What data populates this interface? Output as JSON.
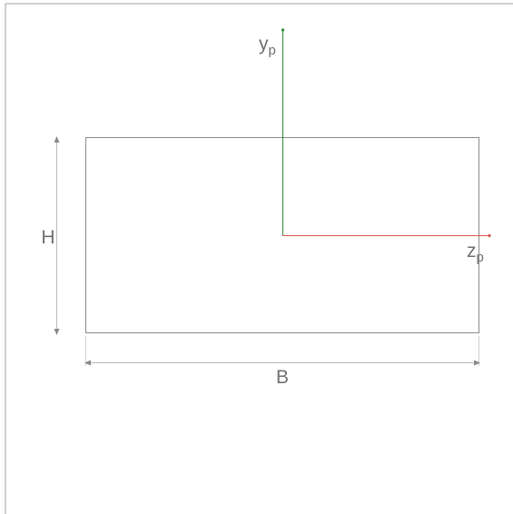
{
  "diagram": {
    "axes": {
      "y_label": "y",
      "y_subscript": "p",
      "z_label": "z",
      "z_subscript": "p"
    },
    "dimensions": {
      "height_label": "H",
      "width_label": "B"
    },
    "colors": {
      "y_axis": "#2e8b2e",
      "z_axis": "#d9534f",
      "outline": "#8a8a8a",
      "dimension_line": "#b8b8b8",
      "label": "#707070",
      "frame": "#a0a0a0"
    }
  }
}
